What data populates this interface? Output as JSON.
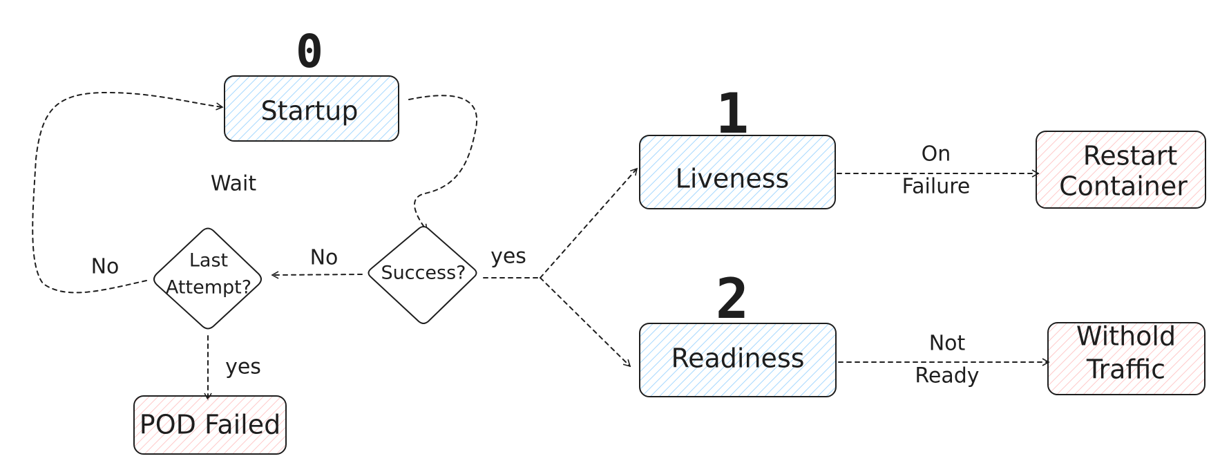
{
  "colors": {
    "stroke": "#1e1e1e",
    "blue_hatch": "#a5d8ff",
    "red_hatch": "#ffc9c9",
    "background": "#ffffff"
  },
  "steps": {
    "startup": "0",
    "liveness": "1",
    "readiness": "2"
  },
  "nodes": {
    "startup": "Startup",
    "success": "Success?",
    "last_attempt_line1": "Last",
    "last_attempt_line2": "Attempt?",
    "pod_failed": "POD Failed",
    "liveness": "Liveness",
    "readiness": "Readiness",
    "restart_line1": "Restart",
    "restart_line2": "Container",
    "withold_line1": "Withold",
    "withold_line2": "Traffic"
  },
  "edges": {
    "wait": "Wait",
    "no_to_startup": "No",
    "no_to_last_attempt": "No",
    "yes_success": "yes",
    "yes_pod_failed": "yes",
    "on_failure_line1": "On",
    "on_failure_line2": "Failure",
    "not_ready_line1": "Not",
    "not_ready_line2": "Ready"
  }
}
